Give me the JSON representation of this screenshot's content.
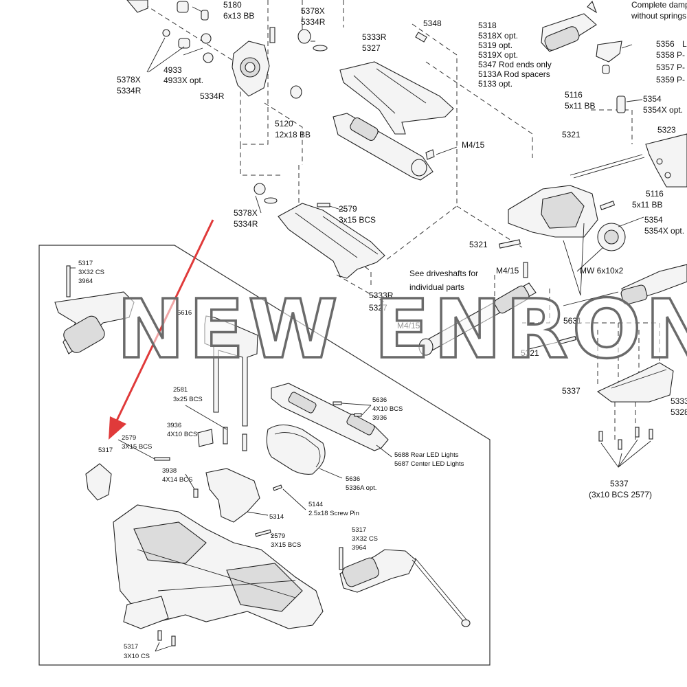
{
  "watermark": "NEW ENRON",
  "colors": {
    "arrow": "#e03a3a",
    "line": "#222222",
    "fill": "#f4f4f4"
  },
  "labels": {
    "l5180": "5180",
    "l6x13": "6x13 BB",
    "l5378x_a": "5378X",
    "l5334r_a": "5334R",
    "l5348": "5348",
    "l5318": "5318",
    "l5318x": "5318X opt.",
    "l5319": "5319 opt.",
    "l5319x": "5319X opt.",
    "l5347": "5347 Rod ends only",
    "l5133a": "5133A Rod spacers",
    "l5133": "5133 opt.",
    "lcomplete1": "Complete damp",
    "lcomplete2": "without springs",
    "l5378x_b": "5378X",
    "l5334r_b": "5334R",
    "l4933": "4933",
    "l4933x": "4933X opt.",
    "l5334r_c": "5334R",
    "l5333r_a": "5333R",
    "l5327_a": "5327",
    "l5356": "5356",
    "l5356L": "L",
    "l5358": "5358 P-",
    "l5357": "5357 P-",
    "l5359": "5359 P-",
    "l5116_a": "5116",
    "l5x11_a": "5x11 BB",
    "l5354_a": "5354",
    "l5354x_a": "5354X opt.",
    "l5120": "5120",
    "l12x18": "12x18 BB",
    "l5321_a": "5321",
    "l5323": "5323",
    "lm415_a": "M4/15",
    "l5116_b": "5116",
    "l5x11_b": "5x11 BB",
    "l5378x_c": "5378X",
    "l5334r_d": "5334R",
    "l2579_a": "2579",
    "l3x15_a": "3x15 BCS",
    "l5354_b": "5354",
    "l5354x_b": "5354X opt.",
    "l5321_b": "5321",
    "lm415_b": "M4/15",
    "lsee1": "See driveshafts for",
    "lsee2": "individual parts",
    "lmw": "MW 6x10x2",
    "l5333r_b": "5333R",
    "l5327_b": "5327",
    "lm415_c": "M4/15",
    "l5631": "5631",
    "l5321_c": "5321",
    "l5337_a": "5337",
    "l5333_right": "5333",
    "l5328_right": "5328",
    "l5337_b": "5337",
    "l3x10_2577": "(3x10 BCS 2577)",
    "i5317_a": "5317",
    "i3x32_a": "3X32 CS",
    "i3964_a": "3964",
    "i5616": "5616",
    "i2581": "2581",
    "i3x25": "3x25 BCS",
    "i5636_a": "5636",
    "i4x10_a": "4X10 BCS",
    "i3936_a": "3936",
    "i3936_b": "3936",
    "i4x10_b": "4X10 BCS",
    "i2579_a": "2579",
    "i3x15_a": "3X15 BCS",
    "i5317_b": "5317",
    "i3938": "3938",
    "i4x14": "4X14 BCS",
    "i5688": "5688 Rear LED Lights",
    "i5687": "5687 Center LED Lights",
    "i5636_b": "5636",
    "i5336a": "5336A opt.",
    "i5144": "5144",
    "i2p5x18": "2.5x18 Screw Pin",
    "i5314": "5314",
    "i2579_b": "2579",
    "i3x15_b": "3X15 BCS",
    "i5317_c": "5317",
    "i3x32_b": "3X32 CS",
    "i3964_b": "3964",
    "i5317_d": "5317",
    "i3x10": "3X10 CS"
  }
}
